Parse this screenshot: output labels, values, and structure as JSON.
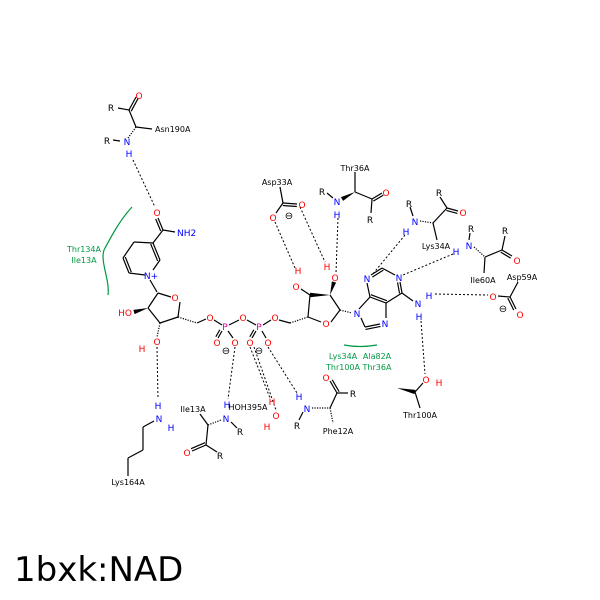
{
  "title": "1bxk:NAD",
  "colors": {
    "carbon": "#000000",
    "oxygen": "#ff0000",
    "nitrogen": "#0000ff",
    "phosphorus": "#cc0099",
    "hydrophobic": "#009944"
  },
  "residues": [
    "Asn190A",
    "Asp33A",
    "Thr36A",
    "Lys34A",
    "Ile60A",
    "Asp59A",
    "Thr100A",
    "Lys164A",
    "Ile13A",
    "HOH395A",
    "Phe12A"
  ],
  "hydrophobic_contacts": [
    {
      "labels": [
        "Thr134A",
        "Ile13A"
      ]
    },
    {
      "labels": [
        "Lys34A",
        "Ala82A",
        "Thr100A",
        "Thr36A"
      ]
    }
  ],
  "atoms": [
    "R",
    "O",
    "R",
    "N",
    "H",
    "O",
    "NH2",
    "N+",
    "HO",
    "O",
    "H",
    "O",
    "O",
    "P",
    "O",
    "O",
    "⊖",
    "O",
    "P",
    "O",
    "O",
    "⊖",
    "O",
    "O",
    "O",
    "H",
    "O",
    "H",
    "N",
    "N",
    "N",
    "N",
    "N",
    "N",
    "H",
    "H",
    "O",
    "O",
    "⊖",
    "R",
    "N",
    "H",
    "O",
    "R",
    "R",
    "N",
    "H",
    "O",
    "R",
    "H",
    "N",
    "R",
    "O",
    "R",
    "O",
    "O",
    "⊖",
    "O",
    "H",
    "H",
    "N",
    "H",
    "H",
    "N",
    "R",
    "O",
    "R",
    "H",
    "O",
    "H",
    "H",
    "N",
    "R",
    "O",
    "R"
  ]
}
